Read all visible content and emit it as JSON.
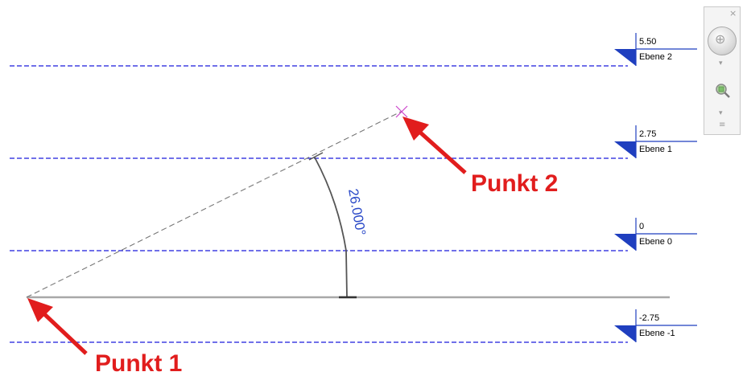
{
  "levels": [
    {
      "elevation": "5.50",
      "name": "Ebene 2"
    },
    {
      "elevation": "2.75",
      "name": "Ebene 1"
    },
    {
      "elevation": "0",
      "name": "Ebene 0"
    },
    {
      "elevation": "-2.75",
      "name": "Ebene -1"
    }
  ],
  "angle_dimension": "26.000°",
  "callouts": {
    "point1": "Punkt 1",
    "point2": "Punkt 2"
  },
  "navigation_bar": {
    "close_glyph": "×",
    "wheel_icon": "steering-wheel-icon",
    "zoom_icon": "zoom-icon",
    "caret_glyph": "▾",
    "more_glyph": "≡"
  },
  "colors": {
    "level_line": "#1a1adc",
    "level_marker": "#1f3fbf",
    "angle_text": "#2a49c8",
    "callout": "#e11d1d",
    "reference_line": "#a8a8a8",
    "arc": "#555555",
    "point_marker": "#cc44cc"
  }
}
